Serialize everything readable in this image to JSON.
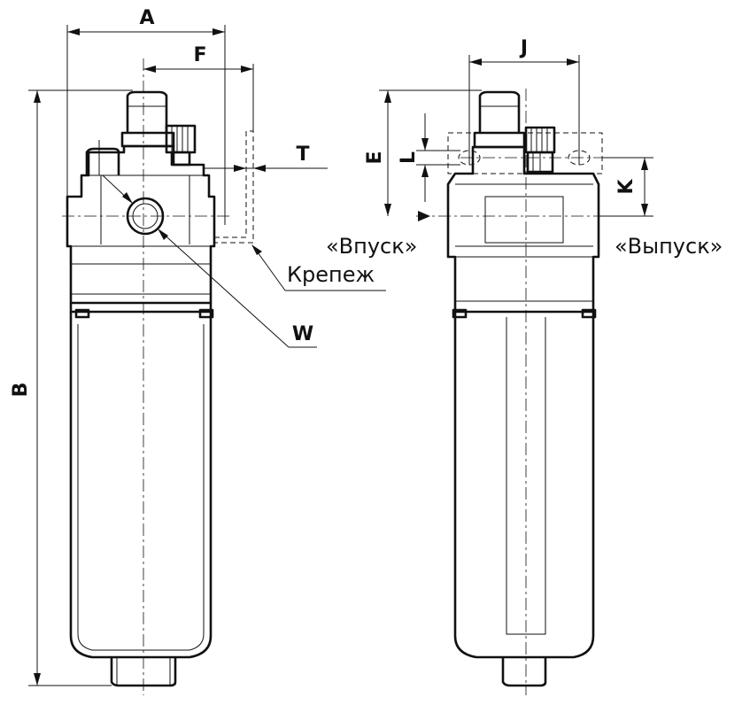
{
  "dimensions": {
    "a": "A",
    "b": "B",
    "e": "E",
    "f": "F",
    "j": "J",
    "k": "K",
    "l": "L",
    "t": "T",
    "w": "W"
  },
  "labels": {
    "mount": "Крепеж",
    "inlet": "«Впуск»",
    "outlet": "«Выпуск»"
  }
}
